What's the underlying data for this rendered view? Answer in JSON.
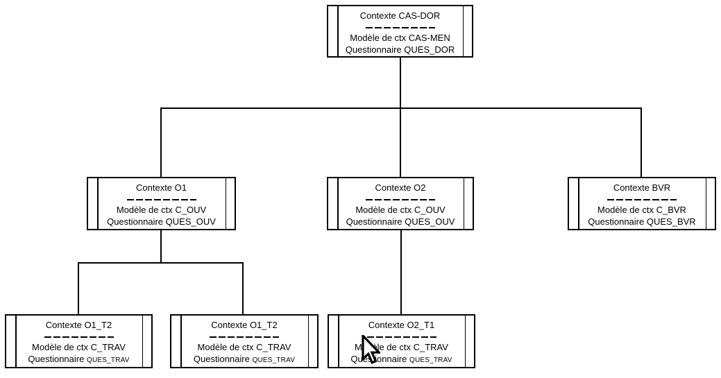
{
  "diagram": {
    "background_color": "#ffffff",
    "line_color": "#000000",
    "nodes": [
      {
        "title": "Contexte CAS-DOR",
        "model_label": "Modèle de ctx",
        "model_value": "CAS-MEN",
        "questionnaire_label": "Questionnaire",
        "questionnaire_value": "QUES_DOR"
      },
      {
        "title": "Contexte O1",
        "model_label": "Modèle de ctx",
        "model_value": "C_OUV",
        "questionnaire_label": "Questionnaire",
        "questionnaire_value": "QUES_OUV"
      },
      {
        "title": "Contexte O2",
        "model_label": "Modèle de ctx",
        "model_value": "C_OUV",
        "questionnaire_label": "Questionnaire",
        "questionnaire_value": "QUES_OUV"
      },
      {
        "title": "Contexte BVR",
        "model_label": "Modèle de ctx",
        "model_value": "C_BVR",
        "questionnaire_label": "Questionnaire",
        "questionnaire_value": "QUES_BVR"
      },
      {
        "title": "Contexte O1_T2",
        "model_label": "Modèle de ctx",
        "model_value": "C_TRAV",
        "questionnaire_label": "Questionnaire",
        "questionnaire_value": "QUES_TRAV"
      },
      {
        "title": "Contexte O1_T2",
        "model_label": "Modèle de ctx",
        "model_value": "C_TRAV",
        "questionnaire_label": "Questionnaire",
        "questionnaire_value": "QUES_TRAV"
      },
      {
        "title": "Contexte O2_T1",
        "model_label": "Modèle de ctx",
        "model_value": "C_TRAV",
        "questionnaire_label": "Questionnaire",
        "questionnaire_value": "QUES_TRAV"
      }
    ],
    "cursor": {
      "icon": "arrow-pointer"
    }
  }
}
